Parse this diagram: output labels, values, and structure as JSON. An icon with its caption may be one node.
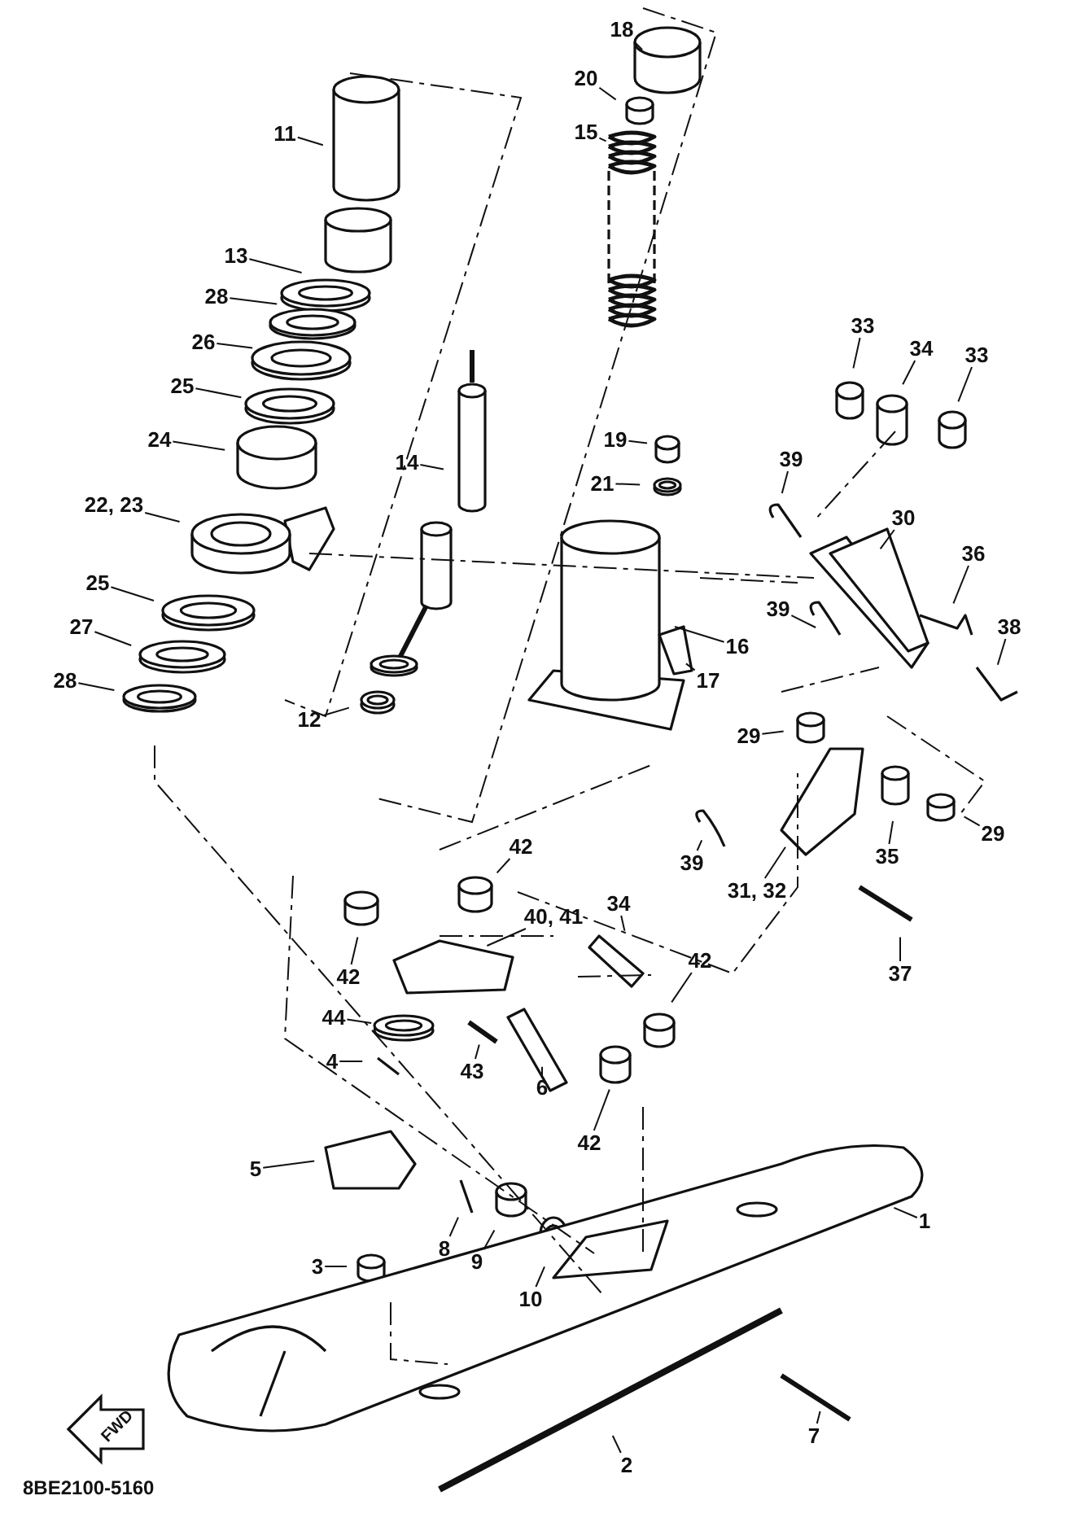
{
  "diagram": {
    "nodes": [
      {
        "text": [
          "11"
        ]
      },
      {
        "text": [
          "13"
        ]
      },
      {
        "text": [
          "28"
        ]
      },
      {
        "text": [
          "26"
        ]
      },
      {
        "text": [
          "25"
        ]
      },
      {
        "text": [
          "24"
        ]
      },
      {
        "text": [
          "22, 23"
        ]
      },
      {
        "text": [
          "25"
        ]
      },
      {
        "text": [
          "27"
        ]
      },
      {
        "text": [
          "28"
        ]
      },
      {
        "text": [
          "12"
        ]
      },
      {
        "text": [
          "14"
        ]
      },
      {
        "text": [
          "18"
        ]
      },
      {
        "text": [
          "20"
        ]
      },
      {
        "text": [
          "15"
        ]
      },
      {
        "text": [
          "19"
        ]
      },
      {
        "text": [
          "21"
        ]
      },
      {
        "text": [
          "16"
        ]
      },
      {
        "text": [
          "17"
        ]
      },
      {
        "text": [
          "33"
        ]
      },
      {
        "text": [
          "34"
        ]
      },
      {
        "text": [
          "33"
        ]
      },
      {
        "text": [
          "39"
        ]
      },
      {
        "text": [
          "30"
        ]
      },
      {
        "text": [
          "36"
        ]
      },
      {
        "text": [
          "39"
        ]
      },
      {
        "text": [
          "38"
        ]
      },
      {
        "text": [
          "29"
        ]
      },
      {
        "text": [
          "29"
        ]
      },
      {
        "text": [
          "35"
        ]
      },
      {
        "text": [
          "39"
        ]
      },
      {
        "text": [
          "31, 32"
        ]
      },
      {
        "text": [
          "42"
        ]
      },
      {
        "text": [
          "42"
        ]
      },
      {
        "text": [
          "40, 41"
        ]
      },
      {
        "text": [
          "44"
        ]
      },
      {
        "text": [
          "4"
        ]
      },
      {
        "text": [
          "43"
        ]
      },
      {
        "text": [
          "6"
        ]
      },
      {
        "text": [
          "34"
        ]
      },
      {
        "text": [
          "42"
        ]
      },
      {
        "text": [
          "42"
        ]
      },
      {
        "text": [
          "37"
        ]
      },
      {
        "text": [
          "5"
        ]
      },
      {
        "text": [
          "8"
        ]
      },
      {
        "text": [
          "9"
        ]
      },
      {
        "text": [
          "10"
        ]
      },
      {
        "text": [
          "3"
        ]
      },
      {
        "text": [
          "1"
        ]
      },
      {
        "text": [
          "7"
        ]
      },
      {
        "text": [
          "2"
        ]
      }
    ],
    "edges": [
      {
        "from": 0,
        "to": null,
        "arrow": "none"
      },
      {
        "from": 1,
        "to": null,
        "arrow": "none"
      },
      {
        "from": 2,
        "to": null,
        "arrow": "none"
      },
      {
        "from": 3,
        "to": null,
        "arrow": "none"
      },
      {
        "from": 4,
        "to": null,
        "arrow": "none"
      },
      {
        "from": 5,
        "to": null,
        "arrow": "none"
      },
      {
        "from": 6,
        "to": null,
        "arrow": "none"
      },
      {
        "from": 7,
        "to": null,
        "arrow": "none"
      },
      {
        "from": 8,
        "to": null,
        "arrow": "none"
      },
      {
        "from": 9,
        "to": null,
        "arrow": "none"
      },
      {
        "from": 10,
        "to": null,
        "arrow": "none"
      },
      {
        "from": 11,
        "to": null,
        "arrow": "none"
      },
      {
        "from": 12,
        "to": null,
        "arrow": "none"
      },
      {
        "from": 13,
        "to": null,
        "arrow": "none"
      },
      {
        "from": 14,
        "to": null,
        "arrow": "none"
      },
      {
        "from": 15,
        "to": null,
        "arrow": "none"
      },
      {
        "from": 16,
        "to": null,
        "arrow": "none"
      },
      {
        "from": 17,
        "to": null,
        "arrow": "none"
      },
      {
        "from": 18,
        "to": null,
        "arrow": "none"
      },
      {
        "from": 19,
        "to": null,
        "arrow": "none"
      },
      {
        "from": 20,
        "to": null,
        "arrow": "none"
      },
      {
        "from": 21,
        "to": null,
        "arrow": "none"
      },
      {
        "from": 22,
        "to": null,
        "arrow": "none"
      },
      {
        "from": 23,
        "to": null,
        "arrow": "none"
      },
      {
        "from": 24,
        "to": null,
        "arrow": "none"
      },
      {
        "from": 25,
        "to": null,
        "arrow": "none"
      },
      {
        "from": 26,
        "to": null,
        "arrow": "none"
      },
      {
        "from": 27,
        "to": null,
        "arrow": "none"
      },
      {
        "from": 28,
        "to": null,
        "arrow": "none"
      },
      {
        "from": 29,
        "to": null,
        "arrow": "none"
      },
      {
        "from": 30,
        "to": null,
        "arrow": "none"
      },
      {
        "from": 31,
        "to": null,
        "arrow": "none"
      },
      {
        "from": 32,
        "to": null,
        "arrow": "none"
      },
      {
        "from": 33,
        "to": null,
        "arrow": "none"
      },
      {
        "from": 34,
        "to": null,
        "arrow": "none"
      },
      {
        "from": 35,
        "to": null,
        "arrow": "none"
      },
      {
        "from": 36,
        "to": null,
        "arrow": "none"
      },
      {
        "from": 37,
        "to": null,
        "arrow": "none"
      },
      {
        "from": 38,
        "to": null,
        "arrow": "none"
      },
      {
        "from": 39,
        "to": null,
        "arrow": "none"
      },
      {
        "from": 40,
        "to": null,
        "arrow": "none"
      },
      {
        "from": 41,
        "to": null,
        "arrow": "none"
      },
      {
        "from": 42,
        "to": null,
        "arrow": "none"
      },
      {
        "from": 43,
        "to": null,
        "arrow": "none"
      },
      {
        "from": 44,
        "to": null,
        "arrow": "none"
      },
      {
        "from": 45,
        "to": null,
        "arrow": "none"
      },
      {
        "from": 46,
        "to": null,
        "arrow": "none"
      },
      {
        "from": 47,
        "to": null,
        "arrow": "none"
      },
      {
        "from": 48,
        "to": null,
        "arrow": "none"
      },
      {
        "from": 49,
        "to": null,
        "arrow": "none"
      },
      {
        "from": 50,
        "to": null,
        "arrow": "none"
      }
    ],
    "labels": [
      "FWD",
      "8BE2100-5160"
    ]
  }
}
